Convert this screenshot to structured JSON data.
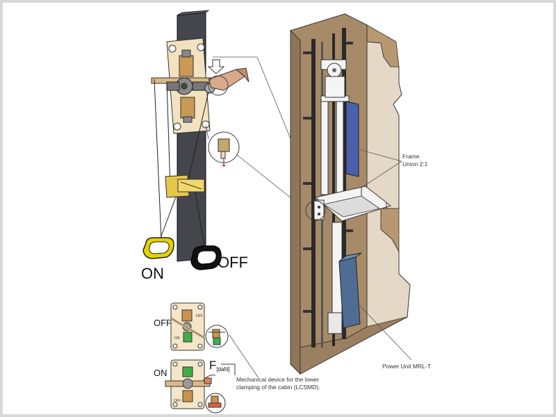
{
  "diagram": {
    "handle_labels": {
      "on": "ON",
      "off": "OFF"
    },
    "detail_labels": {
      "off": "OFF",
      "on": "ON",
      "force": "F",
      "force_unit": "[daN]"
    },
    "plate_labels": {
      "off": "OFF",
      "on": "ON"
    },
    "callouts": {
      "frame_line1": "Frame",
      "frame_line2": "Union 2:1",
      "power_unit": "Power Unit MRL-T",
      "device_line1": "Mechanical device for the lower",
      "device_line2": "clamping of the cabin (LCSMD)."
    }
  },
  "colors": {
    "wall": "#a58a6a",
    "wall_light": "#e9dccb",
    "plate": "#f4e6c8",
    "brass": "#c8a56a",
    "handle_on": "#e0d000",
    "handle_off": "#111111",
    "motor_blue": "#4a5fae",
    "power_blue": "#4f6d92",
    "rail": "#2a2a2a"
  }
}
